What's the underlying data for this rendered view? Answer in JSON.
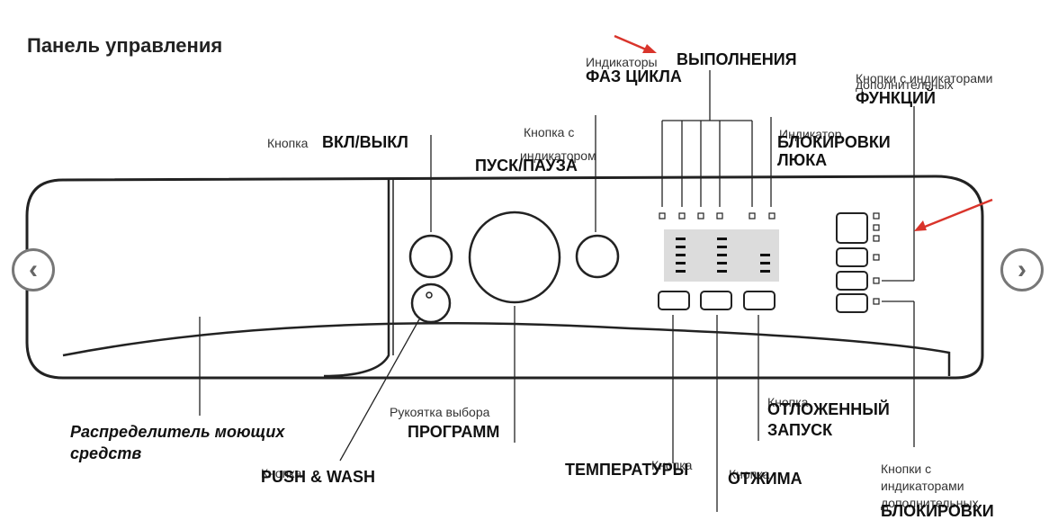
{
  "title": "Панель управления",
  "labels": {
    "indicators_small": "Индикаторы",
    "indicators_big_1": "ВЫПОЛНЕНИЯ",
    "indicators_big_2": "ФАЗ ЦИКЛА",
    "extra_top_small": "Кнопки с индикаторами",
    "extra_top_small_2": "дополнительных",
    "extra_top_big": "ФУНКЦИЙ",
    "onoff_small": "Кнопка",
    "onoff_big": "ВКЛ/ВЫКЛ",
    "startpause_small_1": "Кнопка с",
    "startpause_small_2": "индикатором",
    "startpause_big": "ПУСК/ПАУЗА",
    "doorlock_small": "Индикатор",
    "doorlock_big_1": "БЛОКИРОВКИ",
    "doorlock_big_2": "ЛЮКА",
    "dispenser_1": "Распределитель моющих",
    "dispenser_2": "средств",
    "program_small": "Рукоятка выбора",
    "program_big": "ПРОГРАММ",
    "pushwash_small": "Кнопка",
    "pushwash_big": "PUSH & WASH",
    "temp_small": "Кнопка",
    "temp_big": "ТЕМПЕРАТУРЫ",
    "spin_small": "Кнопка",
    "spin_big": "ОТЖИМА",
    "delay_small": "Кнопка",
    "delay_big_1": "ОТЛОЖЕННЫЙ",
    "delay_big_2": "ЗАПУСК",
    "extra_bottom_1": "Кнопки с",
    "extra_bottom_2": "индикаторами",
    "extra_bottom_3": "дополнительных",
    "extra_bottom_4": "БЛОКИРОВКИ"
  },
  "nav": {
    "prev_glyph": "‹",
    "next_glyph": "›"
  },
  "colors": {
    "outline": "#222222",
    "arrow": "#d9342b",
    "display": "#dcdcdc"
  }
}
